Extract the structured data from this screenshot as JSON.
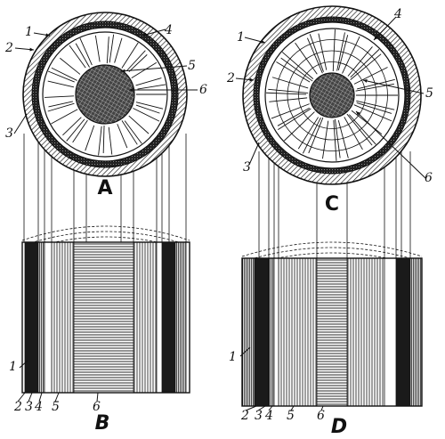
{
  "figures": [
    {
      "cross_section": {
        "letter": "A",
        "callouts": [
          {
            "number": "1"
          },
          {
            "number": "2"
          },
          {
            "number": "3"
          },
          {
            "number": "4"
          },
          {
            "number": "5"
          },
          {
            "number": "6"
          }
        ]
      },
      "longitudinal": {
        "letter": "B",
        "bottom_labels": [
          {
            "number": "2"
          },
          {
            "number": "3"
          },
          {
            "number": "4"
          },
          {
            "number": "5"
          },
          {
            "number": "6"
          }
        ],
        "side_label": "1"
      }
    },
    {
      "cross_section": {
        "letter": "C",
        "callouts": [
          {
            "number": "1"
          },
          {
            "number": "2"
          },
          {
            "number": "3"
          },
          {
            "number": "4"
          },
          {
            "number": "5"
          },
          {
            "number": "6"
          }
        ]
      },
      "longitudinal": {
        "letter": "D",
        "bottom_labels": [
          {
            "number": "2"
          },
          {
            "number": "3"
          },
          {
            "number": "4"
          },
          {
            "number": "5"
          },
          {
            "number": "6"
          }
        ],
        "side_label": "1"
      }
    }
  ],
  "colors": {
    "ink": "#111111",
    "paper": "#ffffff"
  }
}
